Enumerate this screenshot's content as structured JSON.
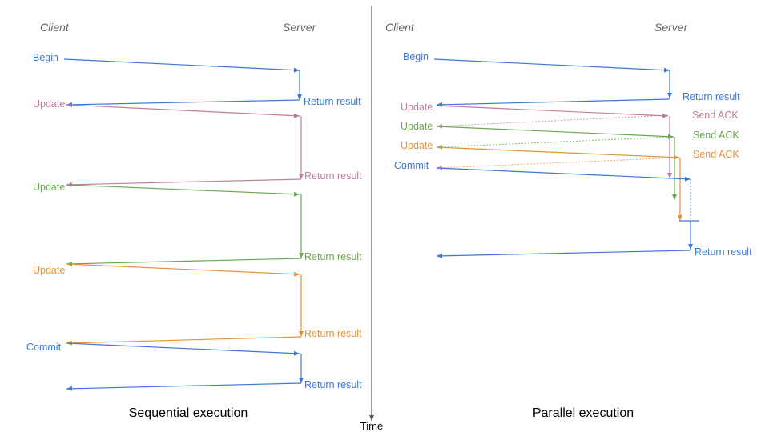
{
  "colors": {
    "blue": "#3c78d8",
    "pink": "#c27ba0",
    "green": "#6aa84f",
    "orange": "#e69138",
    "axis": "#555555"
  },
  "time_label": "Time",
  "sequential": {
    "caption": "Sequential execution",
    "client_header": "Client",
    "server_header": "Server",
    "client_labels": [
      "Begin",
      "Update",
      "Update",
      "Update",
      "Commit"
    ],
    "server_labels": [
      "Return result",
      "Return result",
      "Return result",
      "Return result",
      "Return result"
    ]
  },
  "parallel": {
    "caption": "Parallel execution",
    "client_header": "Client",
    "server_header": "Server",
    "client_labels": [
      "Begin",
      "Update",
      "Update",
      "Update",
      "Commit"
    ],
    "server_labels": [
      "Return result",
      "Send ACK",
      "Send ACK",
      "Send ACK",
      "Return result"
    ]
  }
}
